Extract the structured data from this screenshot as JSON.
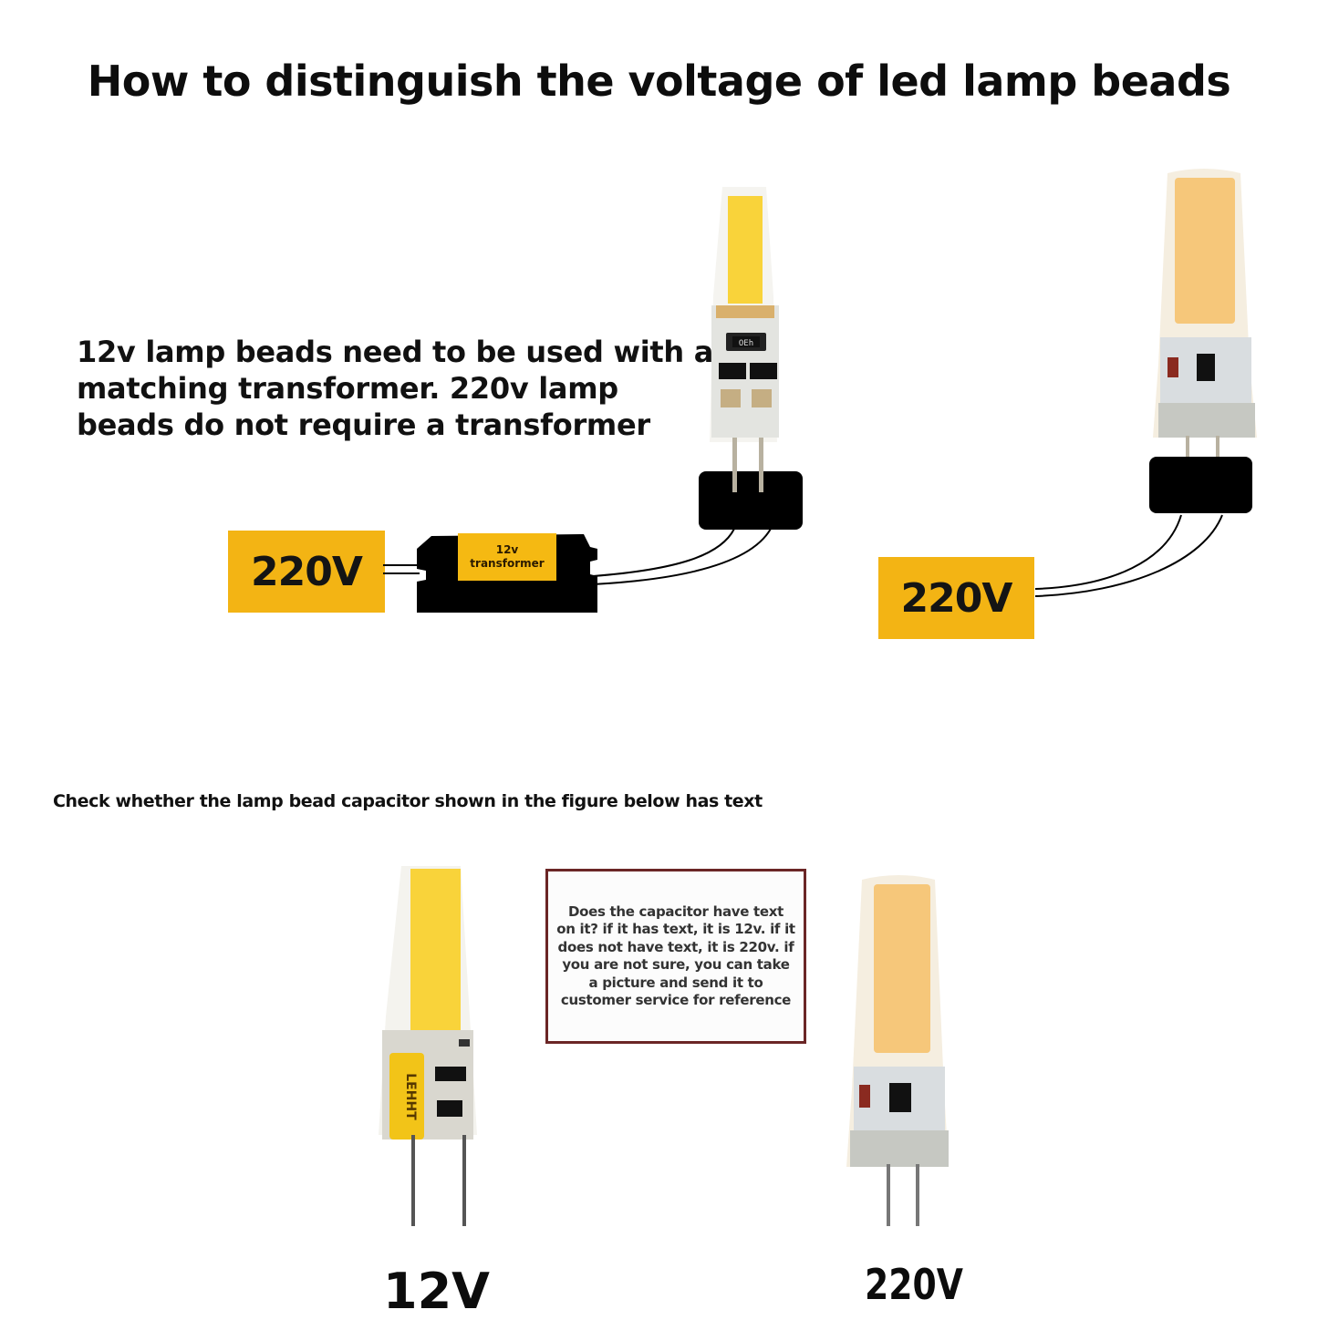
{
  "title": "How to distinguish the voltage of led lamp beads",
  "description": {
    "lines": [
      "12v lamp beads need to be used with a",
      "matching transformer. 220v lamp",
      "beads do not require a transformer"
    ]
  },
  "diagram_12v": {
    "source_label": "220V",
    "transformer_label_line1": "12v",
    "transformer_label_line2": "transformer",
    "bulb_capacitor_marking": "OEh"
  },
  "diagram_220v": {
    "source_label": "220V"
  },
  "check_instruction": "Check whether the lamp bead capacitor shown in the figure below has text",
  "note_box": {
    "lines": [
      "Does the capacitor have text",
      "on it? if it has text, it is 12v. if it",
      "does not have text, it is 220v. if",
      "you are not sure, you can take",
      "a picture and send it to",
      "customer service for reference"
    ]
  },
  "bottom_bulbs": {
    "left_label": "12V",
    "left_capacitor_text": "LEHHT",
    "right_label": "220V"
  },
  "colors": {
    "voltage_box": "#f3b414",
    "cob_12v": "#f9d33a",
    "cob_220v": "#f6c77a",
    "note_border": "#6b2626",
    "socket": "#000000"
  }
}
